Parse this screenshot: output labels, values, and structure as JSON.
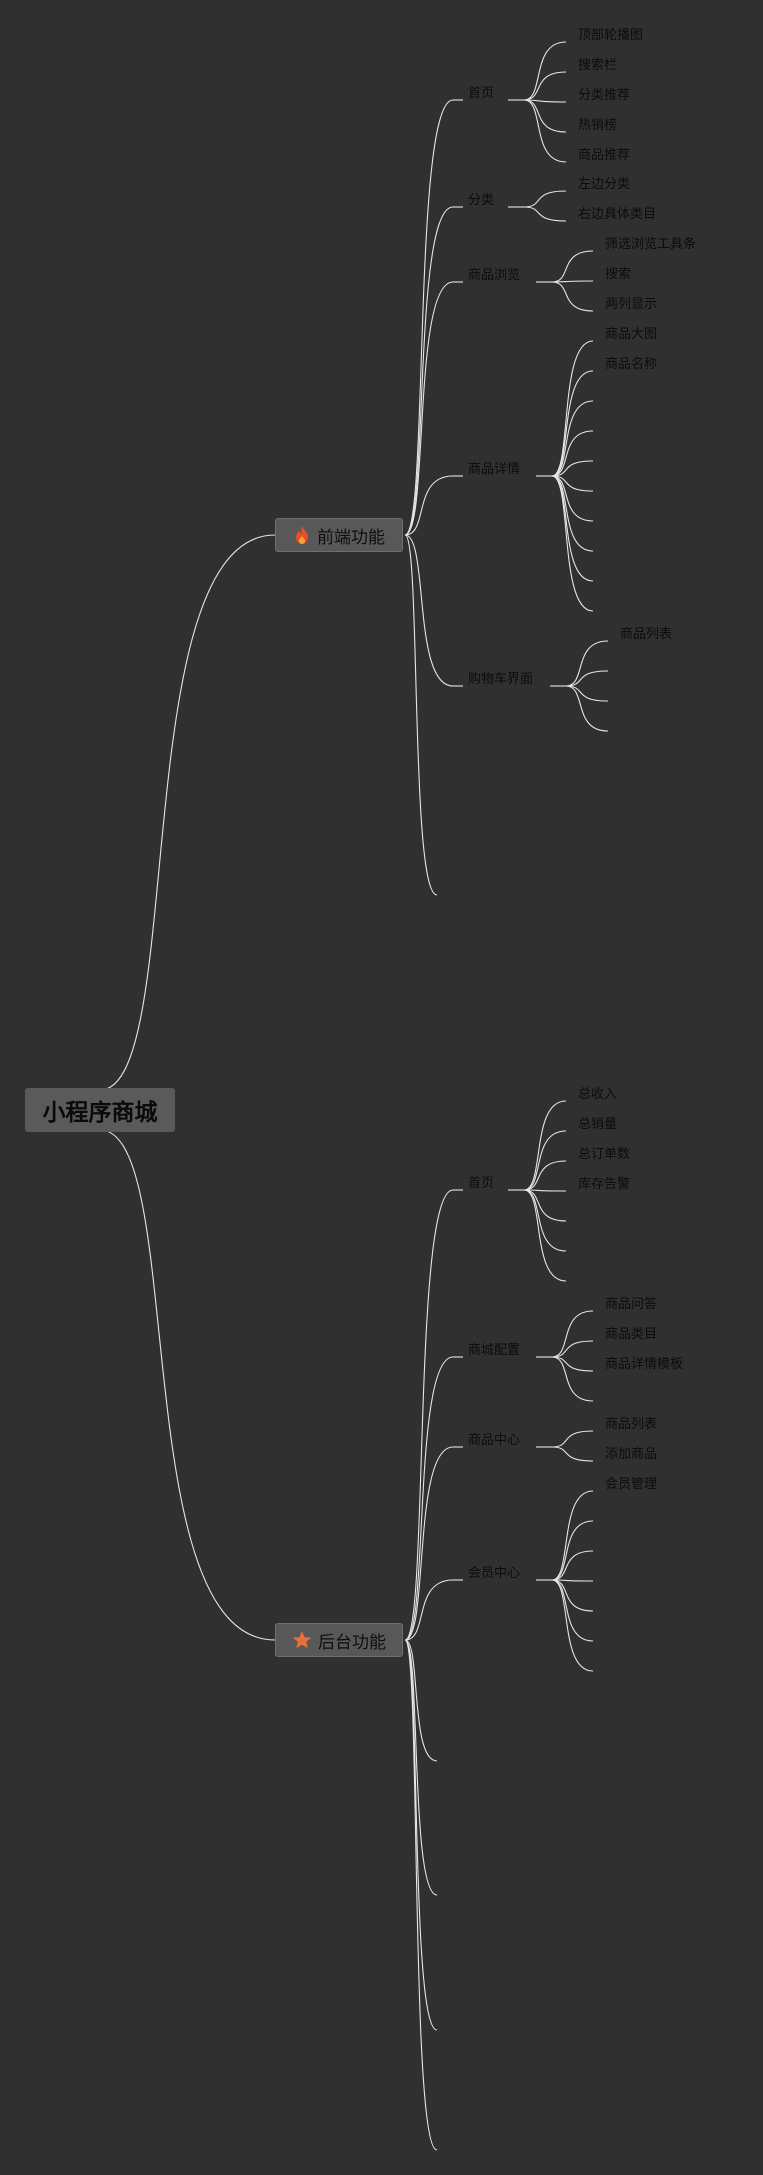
{
  "root": {
    "label": "小程序商城"
  },
  "branches": [
    {
      "label": "前端功能",
      "icon": "fire-icon",
      "icon_color": "#e84f25",
      "children": [
        {
          "label": "首页",
          "items": [
            "顶部轮播图",
            "搜索栏",
            "分类推荐",
            "热销榜",
            "商品推荐"
          ]
        },
        {
          "label": "分类",
          "items": [
            "左边分类",
            "右边具体类目"
          ]
        },
        {
          "label": "商品浏览",
          "items": [
            "筛选浏览工具条",
            "搜索",
            "两列显示"
          ]
        },
        {
          "label": "商品详情",
          "items": [
            "商品大图",
            "商品名称",
            "",
            "",
            "",
            "",
            "",
            "",
            "",
            ""
          ]
        },
        {
          "label": "购物车界面",
          "items": [
            "商品列表",
            "",
            "",
            ""
          ]
        },
        {
          "label": "",
          "items": []
        }
      ]
    },
    {
      "label": "后台功能",
      "icon": "star-icon",
      "icon_color": "#e8713a",
      "children": [
        {
          "label": "首页",
          "items": [
            "总收入",
            "总销量",
            "总订单数",
            "库存告警",
            "",
            "",
            ""
          ]
        },
        {
          "label": "商城配置",
          "items": [
            "商品问答",
            "商品类目",
            "商品详情模板",
            ""
          ]
        },
        {
          "label": "商品中心",
          "items": [
            "商品列表",
            "添加商品"
          ]
        },
        {
          "label": "会员中心",
          "items": [
            "会员管理",
            "",
            "",
            "",
            "",
            "",
            ""
          ]
        },
        {
          "label": "",
          "items": []
        },
        {
          "label": "",
          "items": []
        },
        {
          "label": "",
          "items": []
        },
        {
          "label": "",
          "items": []
        }
      ]
    }
  ]
}
